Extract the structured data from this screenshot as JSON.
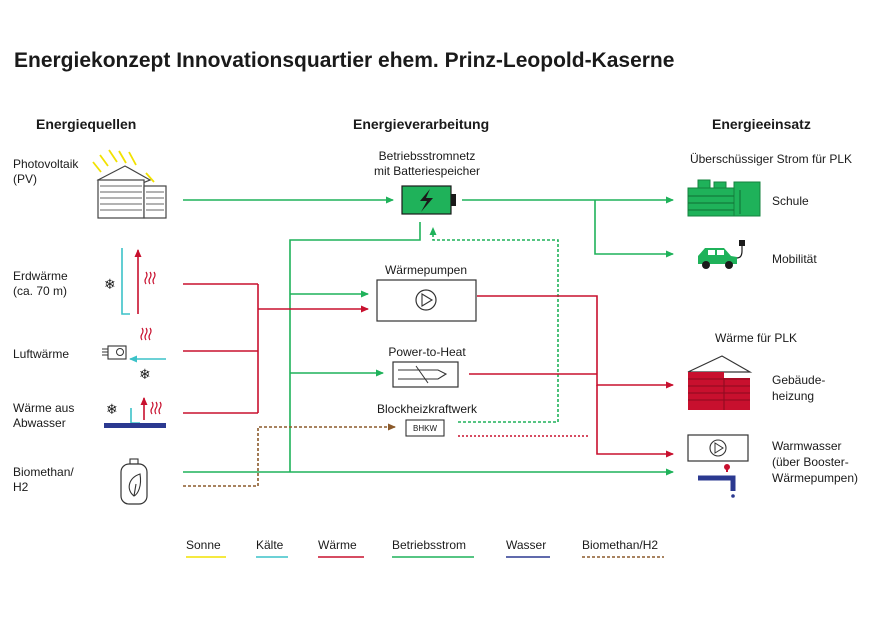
{
  "title": "Energiekonzept Innovationsquartier ehem. Prinz-Leopold-Kaserne",
  "columns": {
    "sources": "Energiequellen",
    "processing": "Energieverarbeitung",
    "usage": "Energieeinsatz"
  },
  "sources": {
    "pv": [
      "Photovoltaik",
      "(PV)"
    ],
    "geo": [
      "Erdwärme",
      "(ca. 70 m)"
    ],
    "air": [
      "Luftwärme"
    ],
    "waste": [
      "Wärme aus",
      "Abwasser"
    ],
    "bio": [
      "Biomethan/",
      "H2"
    ]
  },
  "processing": {
    "grid": [
      "Betriebsstromnetz",
      "mit Batteriespeicher"
    ],
    "heatpumps": "Wärmepumpen",
    "p2h": "Power-to-Heat",
    "chp": "Blockheizkraftwerk",
    "chp_box": "BHKW"
  },
  "usage": {
    "surplus": "Überschüssiger Strom für PLK",
    "school": "Schule",
    "mobility": "Mobilität",
    "heat_plk": "Wärme für PLK",
    "building": [
      "Gebäude-",
      "heizung"
    ],
    "hotwater": [
      "Warmwasser",
      "(über Booster-",
      "Wärmepumpen)"
    ]
  },
  "legend": [
    {
      "label": "Sonne",
      "color": "#f2e200",
      "style": "solid"
    },
    {
      "label": "Kälte",
      "color": "#3cc2c8",
      "style": "solid"
    },
    {
      "label": "Wärme",
      "color": "#c8102e",
      "style": "solid"
    },
    {
      "label": "Betriebsstrom",
      "color": "#1fb25a",
      "style": "solid"
    },
    {
      "label": "Wasser",
      "color": "#2b3990",
      "style": "solid"
    },
    {
      "label": "Biomethan/H2",
      "color": "#8b5a2b",
      "style": "dashed"
    }
  ]
}
